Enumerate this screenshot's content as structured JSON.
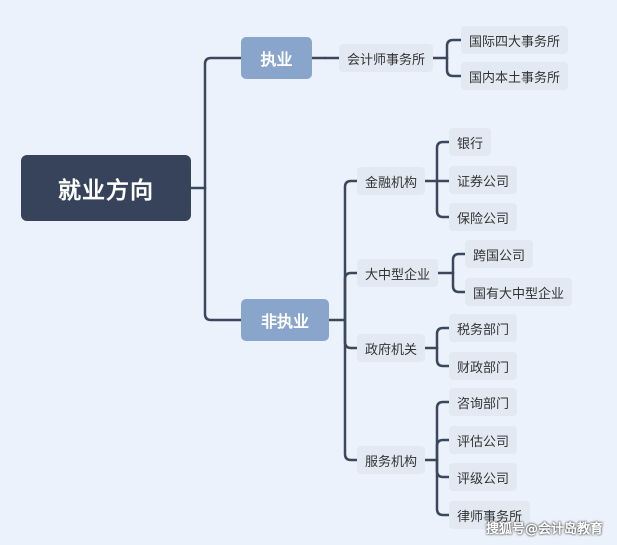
{
  "root": "就业方向",
  "branches": [
    {
      "label": "执业",
      "children": [
        {
          "label": "会计师事务所",
          "children": [
            "国际四大事务所",
            "国内本土事务所"
          ]
        }
      ]
    },
    {
      "label": "非执业",
      "children": [
        {
          "label": "金融机构",
          "children": [
            "银行",
            "证券公司",
            "保险公司"
          ]
        },
        {
          "label": "大中型企业",
          "children": [
            "跨国公司",
            "国有大中型企业"
          ]
        },
        {
          "label": "政府机关",
          "children": [
            "税务部门",
            "财政部门"
          ]
        },
        {
          "label": "服务机构",
          "children": [
            "咨询部门",
            "评估公司",
            "评级公司",
            "律师事务所"
          ]
        }
      ]
    }
  ],
  "watermark": "搜狐号@会计岛教育",
  "colors": {
    "root": "#36435a",
    "branch": "#8aa5cc",
    "leaf": "#e2e9f2",
    "line": "#3a475c",
    "background": "#ebf2fb"
  }
}
